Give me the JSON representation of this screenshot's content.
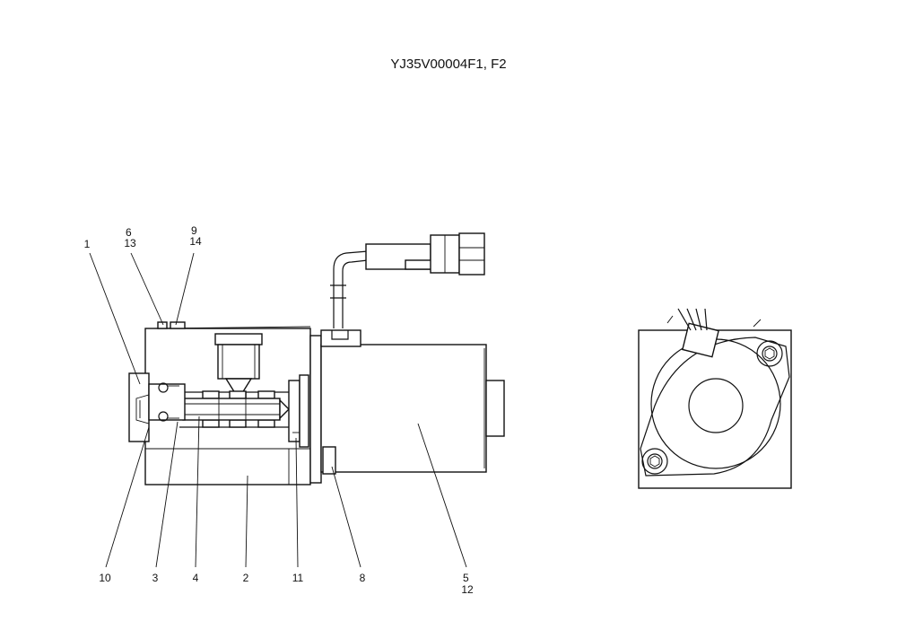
{
  "figure": {
    "title": "YJ35V00004F1, F2",
    "callouts": [
      {
        "id": "c1",
        "lines": [
          "1"
        ]
      },
      {
        "id": "c6",
        "lines": [
          "6",
          "13"
        ]
      },
      {
        "id": "c9",
        "lines": [
          "9",
          "14"
        ]
      },
      {
        "id": "c10",
        "lines": [
          "10"
        ]
      },
      {
        "id": "c3",
        "lines": [
          "3"
        ]
      },
      {
        "id": "c4",
        "lines": [
          "4"
        ]
      },
      {
        "id": "c2",
        "lines": [
          "2"
        ]
      },
      {
        "id": "c11",
        "lines": [
          "11"
        ]
      },
      {
        "id": "c8",
        "lines": [
          "8"
        ]
      },
      {
        "id": "c5",
        "lines": [
          "5",
          "12"
        ]
      }
    ]
  }
}
